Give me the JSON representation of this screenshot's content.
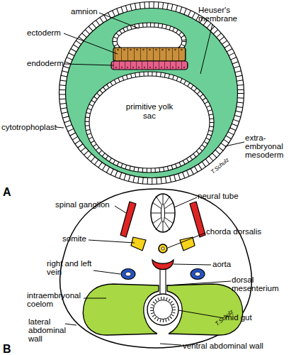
{
  "diagram": {
    "nodes": [
      {
        "text": [
          "primitive yolk sac"
        ]
      }
    ],
    "labels": [
      "amnion",
      "Heuser's membrane",
      "ectoderm",
      "endoderm",
      "cytotrophoplast",
      "extra-embryonal mesoderm",
      "T.Schulz",
      "A",
      "spinal ganglion",
      "neural tube",
      "chorda dorsalis",
      "somite",
      "right and left vein",
      "aorta",
      "dorsal mesenterium",
      "intraembryonal coelom",
      "lateral abdominal wall",
      "mid gut",
      "ventral abdominal wall",
      "T.Schulz",
      "B"
    ]
  }
}
